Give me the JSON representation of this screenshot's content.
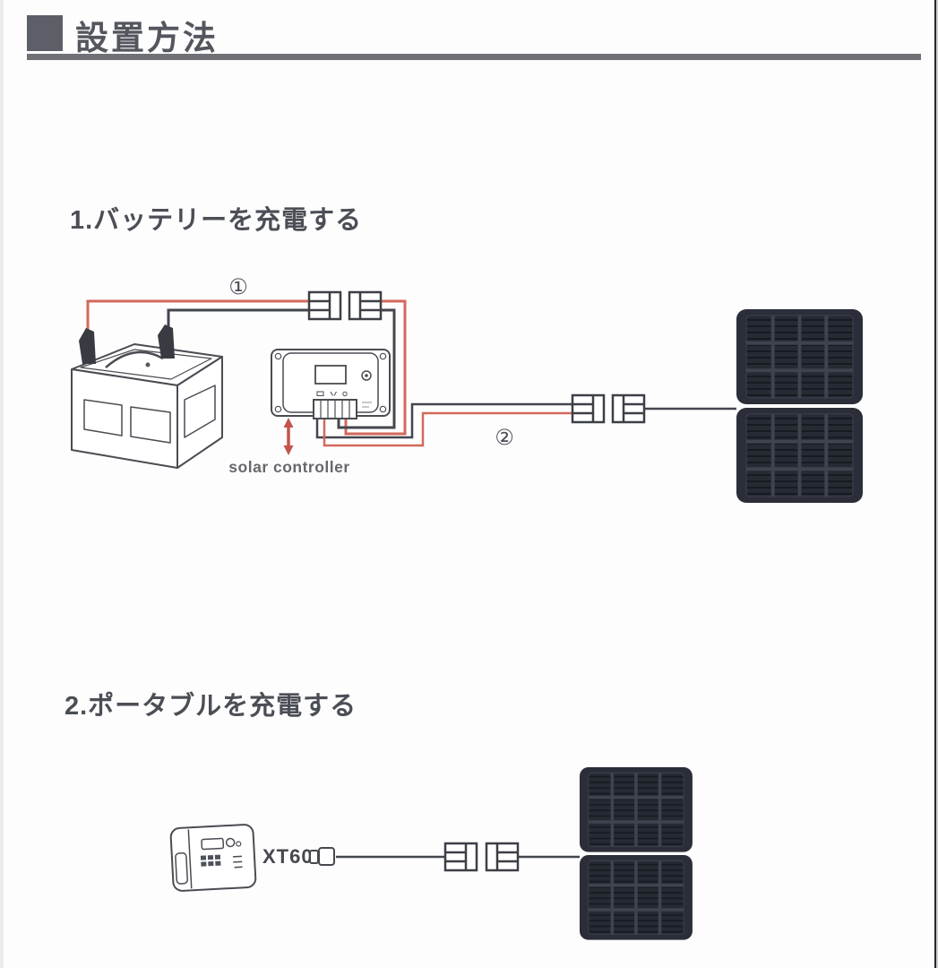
{
  "header": {
    "title": "設置方法"
  },
  "sections": {
    "one": {
      "title": "1.バッテリーを充電する"
    },
    "two": {
      "title": "2.ポータブルを充電する"
    }
  },
  "labels": {
    "step1_marker": "①",
    "step2_marker": "②",
    "solar_controller": "solar controller",
    "xt60": "XT60"
  },
  "colors": {
    "ink": "#54565e",
    "heading_rule": "#6f7177",
    "line_art": "#4a4c52",
    "wire_red": "#d4685c",
    "wire_dark": "#43464d",
    "arrow_red": "#c4544a",
    "panel_frame": "#2b2e38",
    "panel_cell": "#262a33",
    "panel_grid": "#3f434e"
  }
}
